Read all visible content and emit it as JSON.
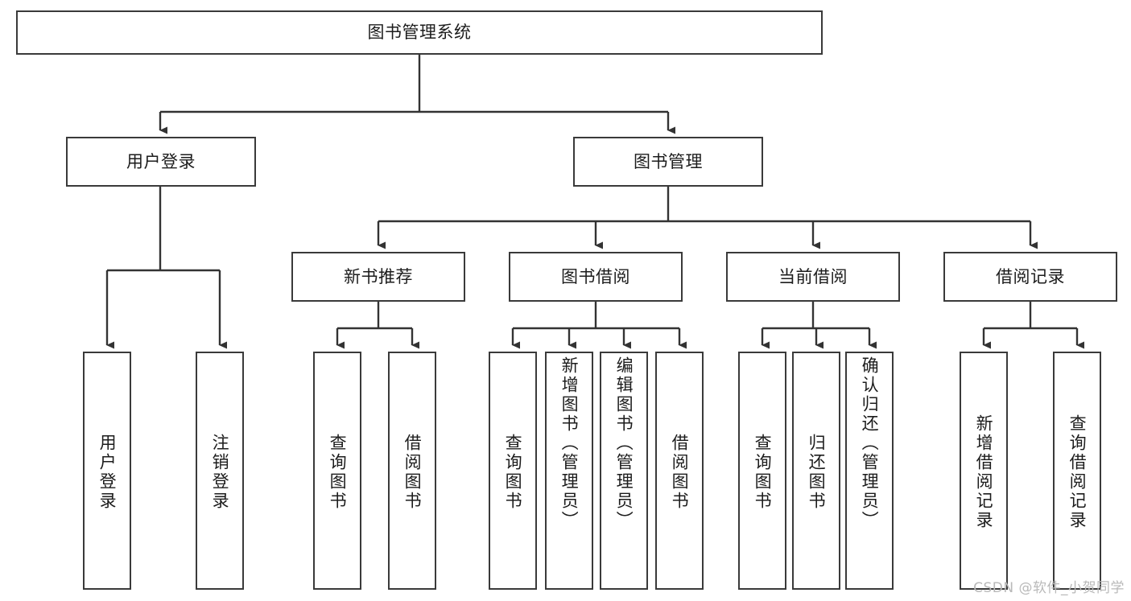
{
  "diagram": {
    "title": "图书管理系统",
    "type": "hierarchy-tree",
    "root": {
      "label": "图书管理系统"
    },
    "level2": [
      {
        "label": "用户登录"
      },
      {
        "label": "图书管理"
      }
    ],
    "level3": [
      {
        "label": "新书推荐"
      },
      {
        "label": "图书借阅"
      },
      {
        "label": "当前借阅"
      },
      {
        "label": "借阅记录"
      }
    ],
    "leaves": {
      "user_login": [
        {
          "label": "用户登录"
        },
        {
          "label": "注销登录"
        }
      ],
      "new_book_recommend": [
        {
          "label": "查询图书"
        },
        {
          "label": "借阅图书"
        }
      ],
      "book_borrow": [
        {
          "label": "查询图书"
        },
        {
          "label": "新增图书（管理员）"
        },
        {
          "label": "编辑图书（管理员）"
        },
        {
          "label": "借阅图书"
        }
      ],
      "current_borrow": [
        {
          "label": "查询图书"
        },
        {
          "label": "归还图书"
        },
        {
          "label": "确认归还（管理员）"
        }
      ],
      "borrow_records": [
        {
          "label": "新增借阅记录"
        },
        {
          "label": "查询借阅记录"
        }
      ]
    }
  },
  "watermark": {
    "text": "CSDN @软件_小贺同学"
  },
  "colors": {
    "box_border": "#3a3a3a",
    "box_fill": "#ffffff",
    "connector": "#333333",
    "text": "#1c1c1c",
    "watermark": "#b9b9b9",
    "background": "#ffffff"
  }
}
